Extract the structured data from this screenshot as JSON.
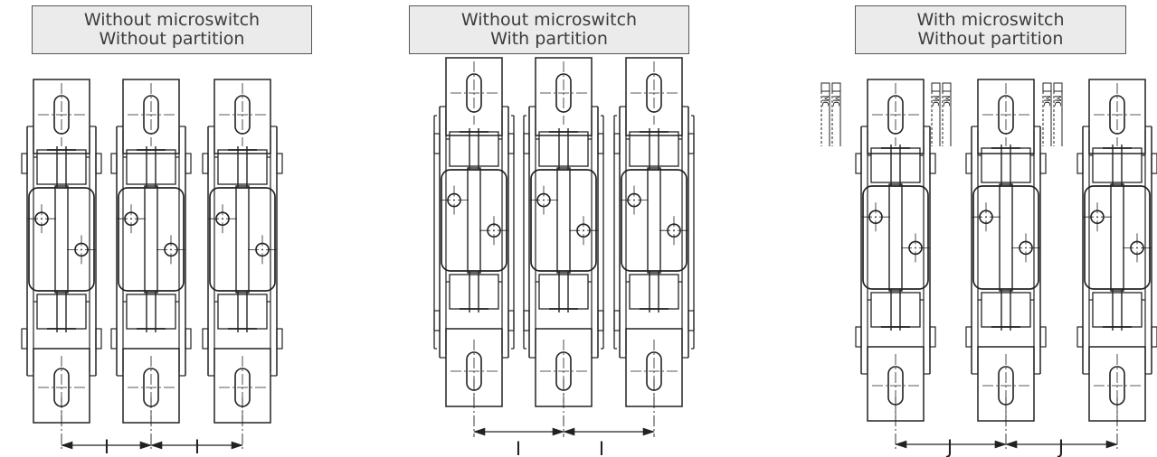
{
  "panels": [
    {
      "title_line1": "Without microswitch",
      "title_line2": "Without partition",
      "dimension_label": "I",
      "units": 3,
      "microswitch": false,
      "partition": false
    },
    {
      "title_line1": "Without microswitch",
      "title_line2": "With partition",
      "dimension_label": "I",
      "units": 3,
      "microswitch": false,
      "partition": true
    },
    {
      "title_line1": "With microswitch",
      "title_line2": "Without partition",
      "dimension_label": "J",
      "units": 3,
      "microswitch": true,
      "partition": false,
      "microswitch_label": "MC"
    }
  ]
}
